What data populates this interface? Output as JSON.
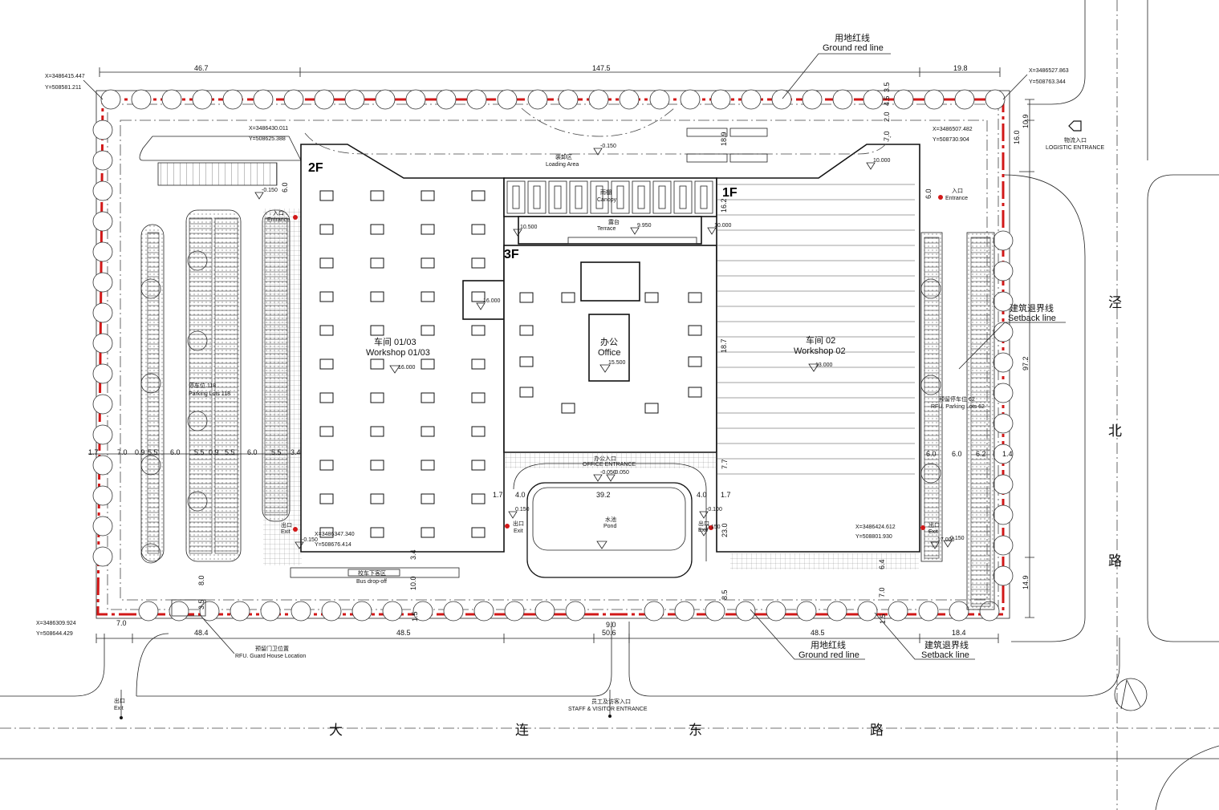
{
  "roads": {
    "south": [
      "大",
      "连",
      "东",
      "路"
    ],
    "east": [
      "泾",
      "北",
      "路"
    ]
  },
  "red_line": {
    "cn": "用地红线",
    "en": "Ground red line"
  },
  "setback": {
    "cn": "建筑退界线",
    "en": "Setback line"
  },
  "coordinates": {
    "nw": [
      "X=3486415.447",
      "Y=508581.211"
    ],
    "ne": [
      "X=3486527.863",
      "Y=508763.344"
    ],
    "sw": [
      "X=3486309.924",
      "Y=508644.429"
    ],
    "ws_nw": [
      "X=3486430.011",
      "Y=508625.388"
    ],
    "ws_ne": [
      "X=3486507.482",
      "Y=508730.904"
    ],
    "ws_sw": [
      "X=3486347.340",
      "Y=508676.414"
    ],
    "ws_se": [
      "X=3486424.612",
      "Y=508801.930"
    ]
  },
  "dimensions": {
    "top": [
      "46.7",
      "147.5",
      "19.8"
    ],
    "bottom_left": [
      "7.0",
      "48.4",
      "48.5"
    ],
    "bottom_right": [
      "48.5",
      "18.4"
    ],
    "gate_top": "9.0",
    "gate_bottom": "50.6",
    "right_side": [
      "10.9",
      "16.0",
      "97.2",
      "14.9"
    ],
    "parking_row": [
      "1.7",
      "7.0",
      "0.9",
      "5.5",
      "6.0",
      "5.5",
      "0.9",
      "5.5",
      "6.0",
      "5.5",
      "3.4"
    ],
    "right_row": [
      "6.0",
      "6.0",
      "6.2",
      "1.4"
    ],
    "misc": [
      "6.0",
      "8.0",
      "3.5",
      "3.4",
      "10.0",
      "1.5",
      "1.7",
      "4.0",
      "39.2",
      "4.0",
      "1.7",
      "7.7",
      "23.0",
      "18.9",
      "16.2",
      "18.7",
      "6.0",
      "6.4",
      "7.0",
      "1.5",
      "8.5",
      "2.0",
      "7.0",
      "4.5",
      "3.5"
    ]
  },
  "labels": {
    "logistic": {
      "cn": "物流入口",
      "en": "LOGISTIC ENTRANCE"
    },
    "loading": {
      "cn": "装卸区",
      "en": "Loading Area"
    },
    "canopy": {
      "cn": "雨棚",
      "en": "Canopy"
    },
    "terrace": {
      "cn": "露台",
      "en": "Terrace"
    },
    "entrance": {
      "cn": "入口",
      "en": "Entrance"
    },
    "exit": {
      "cn": "出口",
      "en": "Exit"
    },
    "office_entrance": {
      "cn": "办公入口",
      "en": "OFFICE ENTRANCE"
    },
    "pond": {
      "cn": "水池",
      "en": "Pond"
    },
    "bus": {
      "cn": "校车下客区",
      "en": "Bus drop-off"
    },
    "guard": {
      "cn": "预留门卫位置",
      "en": "RFU. Guard House Location"
    },
    "staff": {
      "cn": "员工及访客入口",
      "en": "STAFF & VISITOR ENTRANCE"
    },
    "south_exit": {
      "cn": "出口",
      "en": "Exit"
    },
    "parking_left": {
      "cn": "停车位 118",
      "en": "Parking Lots 118"
    },
    "parking_right": {
      "cn": "预留停车位 62",
      "en": "RFU. Parking Lots 62"
    }
  },
  "buildings": {
    "ws01": {
      "cn": "车间 01/03",
      "en": "Workshop 01/03",
      "floors": "2F",
      "level": "16.000"
    },
    "ws02": {
      "cn": "车间 02",
      "en": "Workshop 02",
      "floors": "1F",
      "level": "13.000"
    },
    "office": {
      "cn": "办公",
      "en": "Office",
      "floors": "3F",
      "level": "15.500"
    }
  },
  "levels": [
    "-0.150",
    "-0.150",
    "10.000",
    "10.500",
    "9.950",
    "10.000",
    "16.000",
    "-0.050",
    "0.150",
    "-0.100",
    "17.000",
    "0.150",
    "-0.050",
    "-0.150",
    "0.150"
  ]
}
